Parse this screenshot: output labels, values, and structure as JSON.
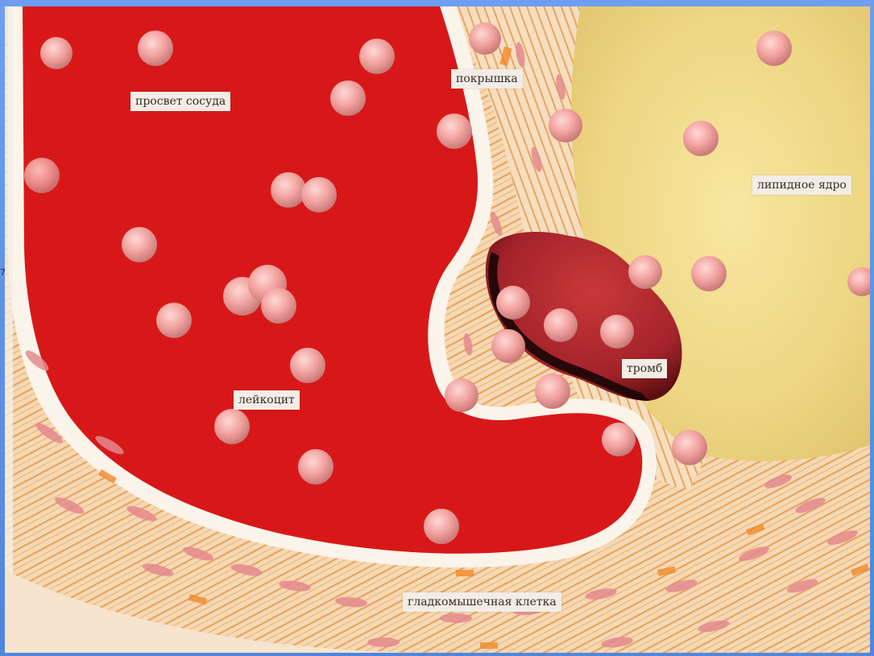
{
  "labels": {
    "lumen": "просвет сосуда",
    "cap": "покрышка",
    "lipid_core": "липидное ядро",
    "leukocyte": "лейкоцит",
    "thrombus": "тромб",
    "smooth_muscle_cell": "гладкомышечная клетка"
  },
  "side_text": "7",
  "colors": {
    "frame": "#5a8fe0",
    "lumen_blood": "#d81818",
    "lipid_core": "#f0de8a",
    "vessel_wall": "#f3d7b4",
    "wall_stripes": "#e9a35c",
    "intima_white": "#fbf4ea",
    "thrombus": "#a8262b",
    "leukocyte": "#f2a3a0",
    "smooth_muscle": "#e48a8e"
  }
}
